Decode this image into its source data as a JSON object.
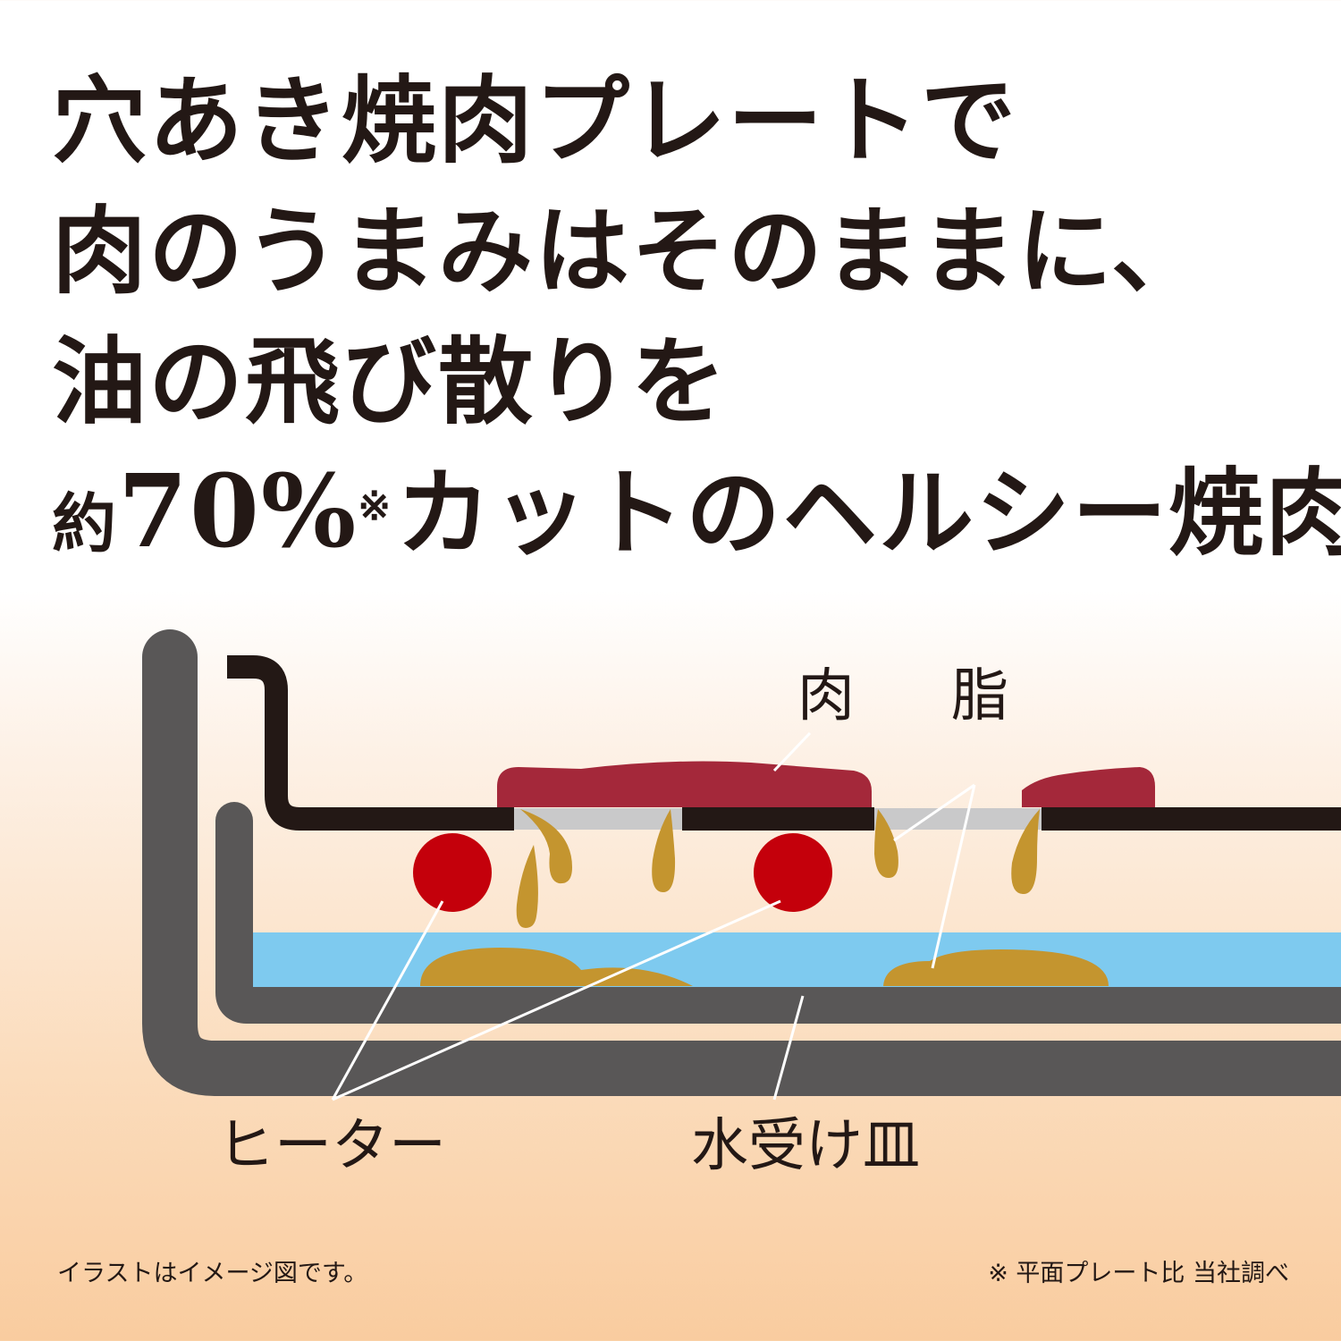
{
  "headline": {
    "line1": "穴あき焼肉プレートで",
    "line2": "肉のうまみはそのままに、",
    "line3": "油の飛び散りを",
    "line4_prefix": "約",
    "line4_number": "70%",
    "line4_mark": "※",
    "line4_suffix": "カットのヘルシー焼肉!"
  },
  "labels": {
    "meat": "肉",
    "fat": "脂",
    "heater": "ヒーター",
    "water_tray": "水受け皿"
  },
  "footnotes": {
    "illustration_note": "イラストはイメージ図です。",
    "source_note": "※ 平面プレート比 当社調べ"
  },
  "colors": {
    "outer_body": "#595757",
    "plate": "#231815",
    "hole": "#c9c9ca",
    "meat": "#a4283a",
    "fat": "#c4952f",
    "heater": "#c4000b",
    "water": "#7ecaef",
    "leader_line": "#ffffff"
  }
}
